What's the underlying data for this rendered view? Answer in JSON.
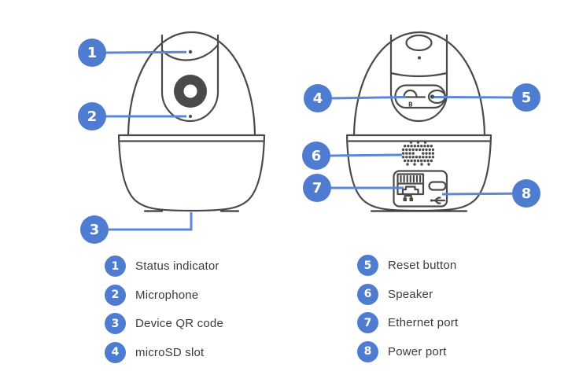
{
  "palette": {
    "badge_blue": "#4e7cd1",
    "line_blue": "#5b87d8",
    "outline_gray": "#4a4a4a",
    "label_text": "#3c3c3c",
    "background": "#ffffff"
  },
  "diagram": {
    "microsd_marking": "B"
  },
  "callouts": [
    {
      "number": "1",
      "label": "Status indicator"
    },
    {
      "number": "2",
      "label": "Microphone"
    },
    {
      "number": "3",
      "label": "Device QR code"
    },
    {
      "number": "4",
      "label": "microSD slot"
    },
    {
      "number": "5",
      "label": "Reset button"
    },
    {
      "number": "6",
      "label": "Speaker"
    },
    {
      "number": "7",
      "label": "Ethernet port"
    },
    {
      "number": "8",
      "label": "Power port"
    }
  ]
}
